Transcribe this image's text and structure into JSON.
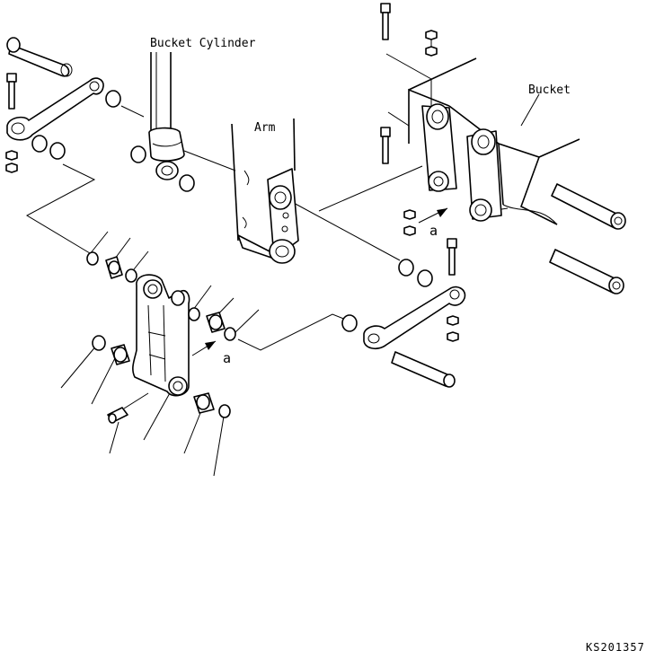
{
  "labels": {
    "bucket_cylinder": "Bucket Cylinder",
    "arm": "Arm",
    "bucket": "Bucket",
    "ref_a_upper": "a",
    "ref_a_lower": "a"
  },
  "drawing_code": "KS201357",
  "colors": {
    "line": "#000000",
    "background": "#ffffff"
  }
}
